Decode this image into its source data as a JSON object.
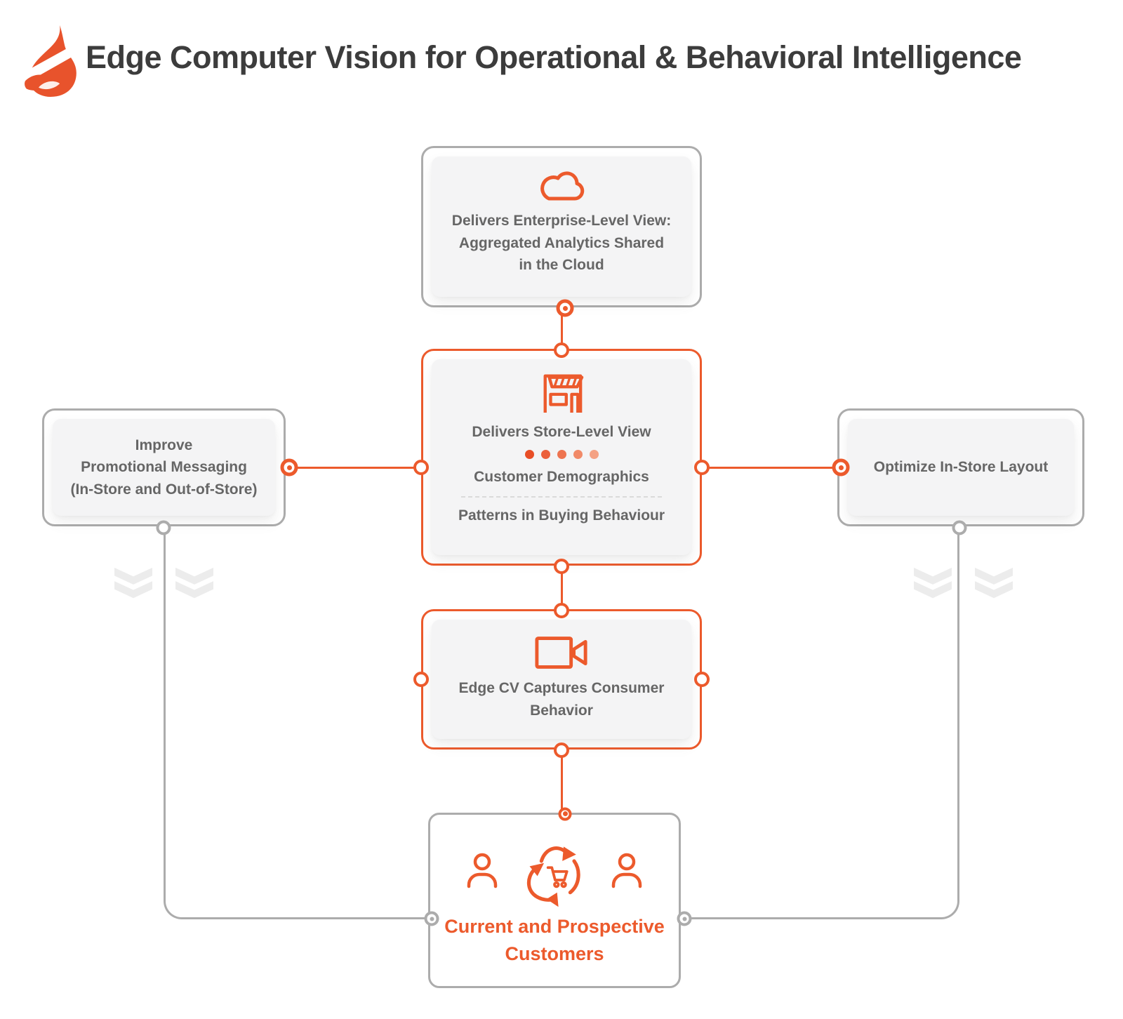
{
  "header": {
    "title": "Edge Computer Vision for Operational & Behavioral Intelligence",
    "logo": "flame-logo-icon"
  },
  "colors": {
    "accent_orange": "#EC5A2C",
    "line_gray": "#ACACAC",
    "panel_gray": "#F4F4F5",
    "text_gray": "#666666",
    "title_gray": "#3C3C3C"
  },
  "nodes": {
    "enterprise": {
      "icon": "cloud-icon",
      "lines": [
        "Delivers Enterprise-Level View:",
        "Aggregated Analytics Shared",
        "in the Cloud"
      ]
    },
    "store": {
      "icon": "storefront-icon",
      "title": "Delivers Store-Level View",
      "items": [
        "Customer Demographics",
        "Patterns in Buying Behaviour"
      ]
    },
    "promo": {
      "lines": [
        "Improve",
        "Promotional Messaging",
        "(In-Store and Out-of-Store)"
      ]
    },
    "layout": {
      "label": "Optimize In-Store Layout"
    },
    "edge_cv": {
      "icon": "video-camera-icon",
      "lines": [
        "Edge CV Captures Consumer",
        "Behavior"
      ]
    },
    "customers": {
      "icons": [
        "person-icon",
        "recycle-cart-icon",
        "person-icon"
      ],
      "lines": [
        "Current and Prospective",
        "Customers"
      ]
    }
  },
  "dot_colors": [
    "#E84E26",
    "#EB603B",
    "#EE7450",
    "#F18A68",
    "#F4A183"
  ]
}
